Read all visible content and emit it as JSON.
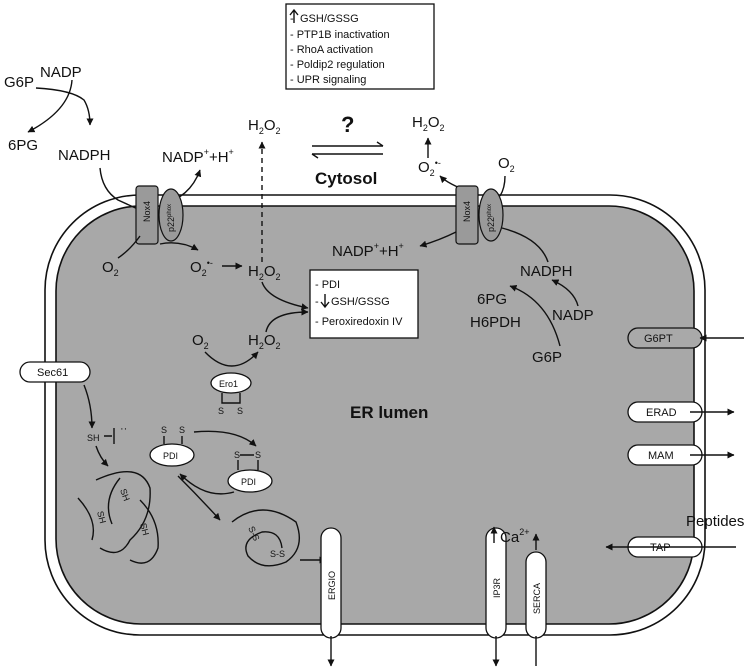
{
  "cytosol_effects": [
    "GSH/GSSG",
    "- PTP1B inactivation",
    "- RhoA activation",
    "- Poldip2 regulation",
    "- UPR signaling"
  ],
  "lumen_effects": [
    "- PDI",
    "GSH/GSSG",
    "- Peroxiredoxin IV"
  ],
  "compartments": {
    "cytosol": "Cytosol",
    "er_lumen": "ER lumen"
  },
  "question_mark": "?",
  "nox4": {
    "name": "Nox4",
    "partner": "p22",
    "partner_sup": "phox"
  },
  "left_pathway": {
    "g6p": "G6P",
    "nadp": "NADP",
    "sixpg": "6PG",
    "nadph": "NADPH",
    "nadp_h": "NADP",
    "h": "+H",
    "h2o2": "H",
    "o2": "O",
    "superoxide": "O"
  },
  "right_pathway": {
    "h2o2": "H",
    "superoxide": "O",
    "o2": "O",
    "nadp_h": "NADP",
    "h": "+H",
    "nadph": "NADPH",
    "sixpg": "6PG",
    "h6pdh": "H6PDH",
    "nadp": "NADP",
    "g6p": "G6P"
  },
  "lumen": {
    "o2_left": "O",
    "h2o2_upper": "H",
    "o2_ero": "O",
    "h2o2_lower": "H",
    "ero1": "Ero1",
    "s": "S",
    "pdi": "PDI",
    "sh": "SH",
    "ss": "S-S"
  },
  "channels": {
    "sec61": "Sec61",
    "g6pt": "G6PT",
    "erad": "ERAD",
    "mam": "MAM",
    "tap": "TAP",
    "ergio": "ERGIO",
    "ip3r": "IP3R",
    "serca": "SERCA"
  },
  "peptides": "Peptides",
  "calcium": "Ca"
}
